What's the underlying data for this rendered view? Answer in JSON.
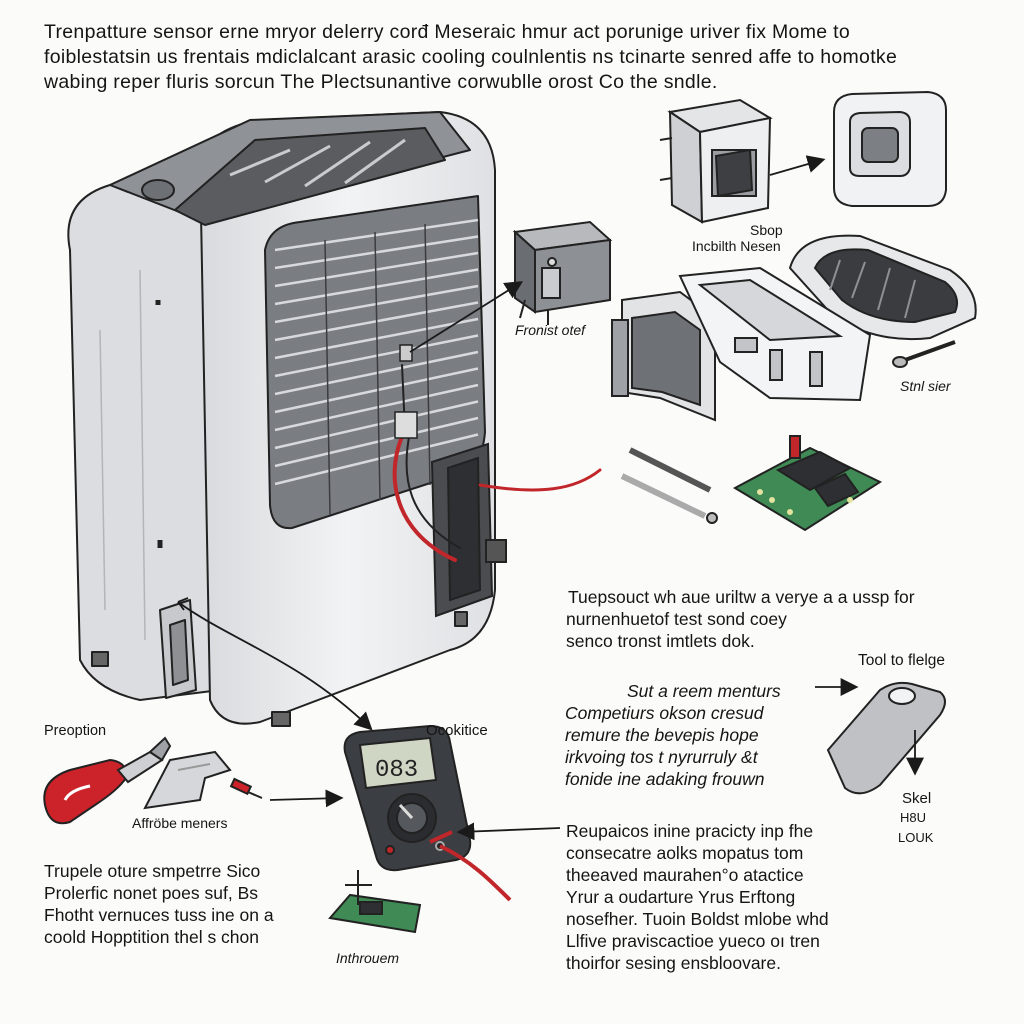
{
  "header": {
    "lines": [
      "Trenpatture sensor erne mryor delerry corđ Meseraic hmur act porunige uriver fix Mome to",
      "foiblestatsin us frentais mdiclalcant arasic cooling coulnlentis ns tcinarte senred affe to homotke",
      "wabing  reper fluris sorcun The Plectsunantive  corwublle orost Co the sndle."
    ]
  },
  "labels": {
    "sensor_label": "Fronist otef",
    "shop_label": [
      "Sbop",
      "Incbilth Nesen"
    ],
    "screw_label": "Stnl sier",
    "tool_label": "Tool to flelge",
    "sk_label": [
      "Skel",
      "H8U",
      "LOUK"
    ],
    "prep_label": "Preoption",
    "pieces_label": "Affröbe meners",
    "meter_label": "Ocokitice",
    "board_label": "Inthrouem",
    "meter_display": "083"
  },
  "paragraphs": {
    "mid": [
      "Tuepsouct wh aue uriltw a verye a a ussp for",
      "nurnenhuetof test sond coey",
      "senco tronst imtlets dok."
    ],
    "steps": [
      "Sut a reem menturs",
      "Competiurs okson cresud",
      "remure the bevepis hope",
      "irkvoing tos t nyrurruly &t",
      "fonide ine adaking frouwn"
    ],
    "right": [
      "Reupaicos inine pracicty inp fhe",
      "consecatre aolks mopatus tom",
      "theeaved maurahen°o atactice",
      "Yrur a oudarture  Yrus Erftong",
      "nosefher. Tuoin Boldst mlobe whd",
      "Llfive praviscactioe yueco oı tren",
      "thoirfor sesing ensbloovare."
    ],
    "left": [
      "Trupele oture smpetrre Sico",
      "Prolerfic nonet poes suf,  Bs",
      "Fhotht vernuces tuss ine on a",
      "coold Hopptition thel s chon"
    ]
  },
  "colors": {
    "outline": "#222222",
    "housing": "#e9eaec",
    "grille": "#6b6e72",
    "wire_red": "#c0262a",
    "pcb_green": "#3f8a55",
    "handle_red": "#cc2229",
    "meter_body": "#3b3e42",
    "lcd": "#cfd6c4"
  }
}
